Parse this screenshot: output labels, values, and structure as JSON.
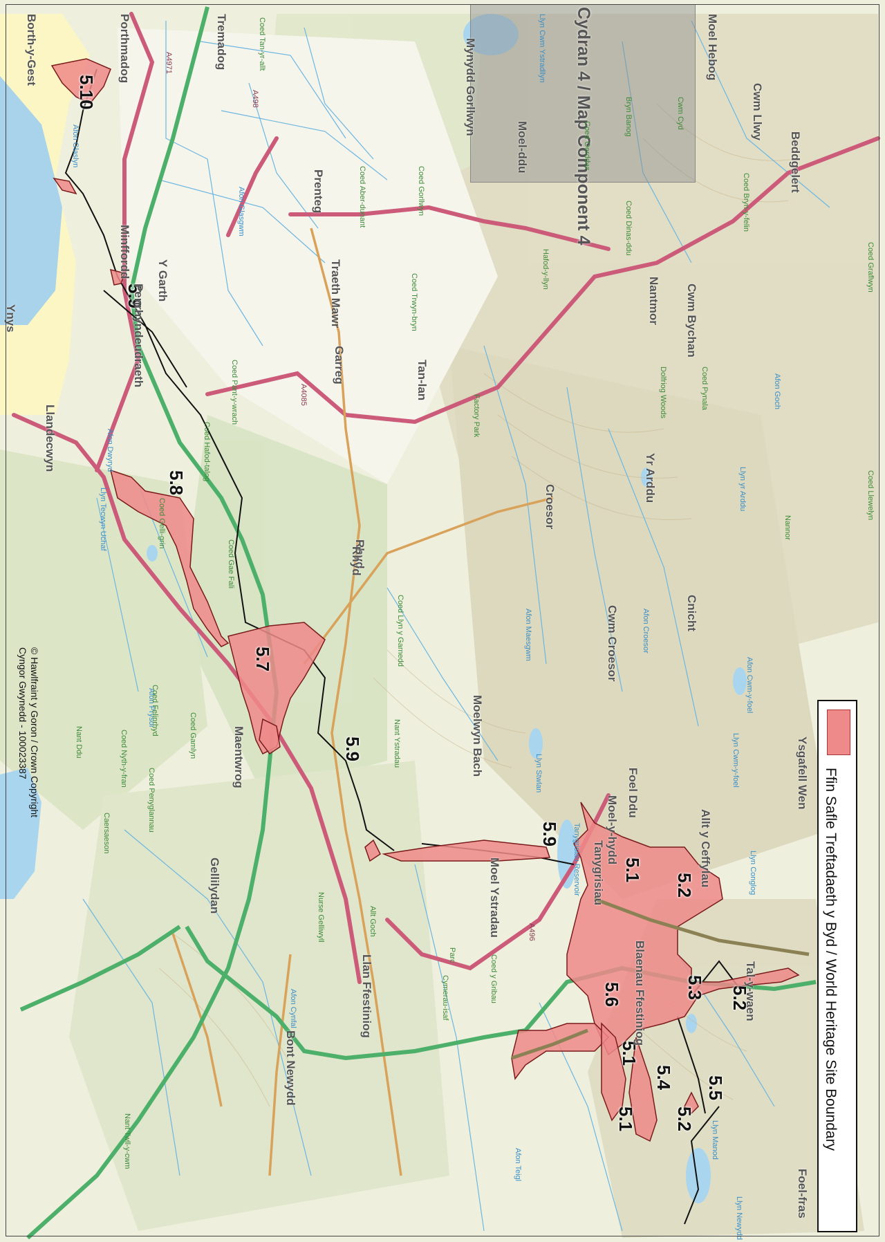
{
  "map": {
    "title": "Cydran 4 / Map Component 4",
    "legend": {
      "label": "Ffin Safle Treftadaeth y Byd / World Heritage Site Boundary",
      "swatch_color": "#ee8a8a"
    },
    "copyright": "© Hawlfraint y Goron / Crown Copyright\nCyngor Gwynedd - 100023387",
    "colors": {
      "boundary_fill": "#ee8a8a",
      "boundary_stroke": "#7a1a1a",
      "main_road": "#cc5b7a",
      "rail": "#4caf6a",
      "minor_road": "#d9a25a",
      "water": "#a9d6ee",
      "sea": "#a9d3ea",
      "sand": "#fbf6c3"
    },
    "site_labels": [
      "5.10",
      "5.9",
      "5.8",
      "5.7",
      "5.9",
      "5.9",
      "5.1",
      "5.2",
      "5.3",
      "5.2",
      "5.6",
      "5.1",
      "5.4",
      "5.5",
      "5.2",
      "5.1"
    ],
    "place_labels": [
      "Porthmadog",
      "Minffordd",
      "Penrhyndeudraeth",
      "Llandecwyn",
      "Garreg",
      "Prenteg",
      "Tan-lan",
      "Croesor",
      "Rhyd",
      "Maentwrog",
      "Gellilydan",
      "Llan Ffestiniog",
      "Bont Newydd",
      "Tanygrisiau",
      "Blaenau Ffestiniog",
      "Beddgelert",
      "Nantmor",
      "Cwm Bychan",
      "Yr Arddu",
      "Cnicht",
      "Cwm Croesor",
      "Moelwyn Bach",
      "Moel Ystradau",
      "Foel Ddu",
      "Moel-y-hydd",
      "Allt y Ceffylau",
      "Ysgafell Wen",
      "Moel Hebog",
      "Cwm Llwy",
      "Tal-y-waen",
      "Foel-fras",
      "Borth-y-Gest",
      "Tremadog",
      "Traeth Mawr",
      "Mynydd Gorllwyn",
      "Moel-ddu",
      "Ynys",
      "Y Garth",
      "Rhyd"
    ],
    "water_labels": [
      "Afon Glaslyn",
      "Afon Dwyryd",
      "Afon Maesgwm",
      "Afon Croesor",
      "Afon Cwm-y-foel",
      "Llyn Cwm Ystradllyn",
      "Llyn Stwlan",
      "Tanygrisiau Reservoir",
      "Llyn Manod",
      "Llyn Newydd",
      "Llyn Tecwyn Uchaf",
      "Afon Prysor",
      "Afon Cynfal",
      "Afon Teigl",
      "Afon Goch",
      "Llyn Conglog",
      "Llyn Cwm-y-foel",
      "Llyn yr Arddu",
      "Afon Glasgwm"
    ],
    "road_labels": [
      "A498",
      "A4085",
      "A496",
      "A4971"
    ],
    "other_labels": [
      "Coed Tan-yr-allt",
      "Coed Aber-dunant",
      "Coed Gorllwyn",
      "Coed Trwyn-bryn",
      "Factory Park",
      "Coed Pant-y-wrach",
      "Coed Hafod-talog",
      "Coed Gelli-grin",
      "Coed Gae Fali",
      "Coed Llyn y Garnedd",
      "Nant Ystradau",
      "Coed Felinrhyd",
      "Coed Gamlyn",
      "Coed Nyth-y-fran",
      "Coed Penyglannau",
      "Caersaeson",
      "Nurse Gelliwyll",
      "Allt Goch",
      "Nant Ddu",
      "Coed y Gribau",
      "Dolfriog Woods",
      "Coed Pynala",
      "Coed Graflwyn",
      "Coed Llewelyn",
      "Coed Dinas-ddu",
      "Coed Oerddwr",
      "Coed Bryn-y-felin",
      "Nannor",
      "Hafod-y-llyn",
      "Parc",
      "Cymerau-isaf",
      "Nant Twll-y-cwm",
      "Cwm Cyd",
      "Bryn Banog"
    ]
  }
}
